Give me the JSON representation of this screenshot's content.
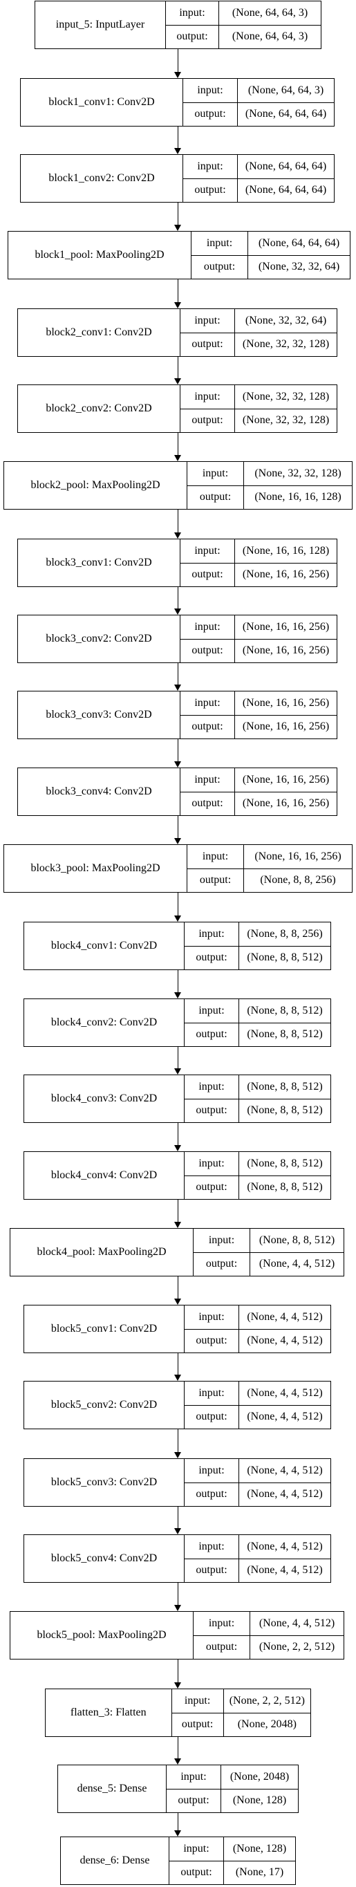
{
  "layers": [
    {
      "name": "input_5: InputLayer",
      "input_label": "input:",
      "output_label": "output:",
      "input": "(None, 64, 64, 3)",
      "output": "(None, 64, 64, 3)"
    },
    {
      "name": "block1_conv1: Conv2D",
      "input_label": "input:",
      "output_label": "output:",
      "input": "(None, 64, 64, 3)",
      "output": "(None, 64, 64, 64)"
    },
    {
      "name": "block1_conv2: Conv2D",
      "input_label": "input:",
      "output_label": "output:",
      "input": "(None, 64, 64, 64)",
      "output": "(None, 64, 64, 64)"
    },
    {
      "name": "block1_pool: MaxPooling2D",
      "input_label": "input:",
      "output_label": "output:",
      "input": "(None, 64, 64, 64)",
      "output": "(None, 32, 32, 64)"
    },
    {
      "name": "block2_conv1: Conv2D",
      "input_label": "input:",
      "output_label": "output:",
      "input": "(None, 32, 32, 64)",
      "output": "(None, 32, 32, 128)"
    },
    {
      "name": "block2_conv2: Conv2D",
      "input_label": "input:",
      "output_label": "output:",
      "input": "(None, 32, 32, 128)",
      "output": "(None, 32, 32, 128)"
    },
    {
      "name": "block2_pool: MaxPooling2D",
      "input_label": "input:",
      "output_label": "output:",
      "input": "(None, 32, 32, 128)",
      "output": "(None, 16, 16, 128)"
    },
    {
      "name": "block3_conv1: Conv2D",
      "input_label": "input:",
      "output_label": "output:",
      "input": "(None, 16, 16, 128)",
      "output": "(None, 16, 16, 256)"
    },
    {
      "name": "block3_conv2: Conv2D",
      "input_label": "input:",
      "output_label": "output:",
      "input": "(None, 16, 16, 256)",
      "output": "(None, 16, 16, 256)"
    },
    {
      "name": "block3_conv3: Conv2D",
      "input_label": "input:",
      "output_label": "output:",
      "input": "(None, 16, 16, 256)",
      "output": "(None, 16, 16, 256)"
    },
    {
      "name": "block3_conv4: Conv2D",
      "input_label": "input:",
      "output_label": "output:",
      "input": "(None, 16, 16, 256)",
      "output": "(None, 16, 16, 256)"
    },
    {
      "name": "block3_pool: MaxPooling2D",
      "input_label": "input:",
      "output_label": "output:",
      "input": "(None, 16, 16, 256)",
      "output": "(None, 8, 8, 256)"
    },
    {
      "name": "block4_conv1: Conv2D",
      "input_label": "input:",
      "output_label": "output:",
      "input": "(None, 8, 8, 256)",
      "output": "(None, 8, 8, 512)"
    },
    {
      "name": "block4_conv2: Conv2D",
      "input_label": "input:",
      "output_label": "output:",
      "input": "(None, 8, 8, 512)",
      "output": "(None, 8, 8, 512)"
    },
    {
      "name": "block4_conv3: Conv2D",
      "input_label": "input:",
      "output_label": "output:",
      "input": "(None, 8, 8, 512)",
      "output": "(None, 8, 8, 512)"
    },
    {
      "name": "block4_conv4: Conv2D",
      "input_label": "input:",
      "output_label": "output:",
      "input": "(None, 8, 8, 512)",
      "output": "(None, 8, 8, 512)"
    },
    {
      "name": "block4_pool: MaxPooling2D",
      "input_label": "input:",
      "output_label": "output:",
      "input": "(None, 8, 8, 512)",
      "output": "(None, 4, 4, 512)"
    },
    {
      "name": "block5_conv1: Conv2D",
      "input_label": "input:",
      "output_label": "output:",
      "input": "(None, 4, 4, 512)",
      "output": "(None, 4, 4, 512)"
    },
    {
      "name": "block5_conv2: Conv2D",
      "input_label": "input:",
      "output_label": "output:",
      "input": "(None, 4, 4, 512)",
      "output": "(None, 4, 4, 512)"
    },
    {
      "name": "block5_conv3: Conv2D",
      "input_label": "input:",
      "output_label": "output:",
      "input": "(None, 4, 4, 512)",
      "output": "(None, 4, 4, 512)"
    },
    {
      "name": "block5_conv4: Conv2D",
      "input_label": "input:",
      "output_label": "output:",
      "input": "(None, 4, 4, 512)",
      "output": "(None, 4, 4, 512)"
    },
    {
      "name": "block5_pool: MaxPooling2D",
      "input_label": "input:",
      "output_label": "output:",
      "input": "(None, 4, 4, 512)",
      "output": "(None, 2, 2, 512)"
    },
    {
      "name": "flatten_3: Flatten",
      "input_label": "input:",
      "output_label": "output:",
      "input": "(None, 2, 2, 512)",
      "output": "(None, 2048)"
    },
    {
      "name": "dense_5: Dense",
      "input_label": "input:",
      "output_label": "output:",
      "input": "(None, 2048)",
      "output": "(None, 128)"
    },
    {
      "name": "dense_6: Dense",
      "input_label": "input:",
      "output_label": "output:",
      "input": "(None, 128)",
      "output": "(None, 17)"
    }
  ]
}
